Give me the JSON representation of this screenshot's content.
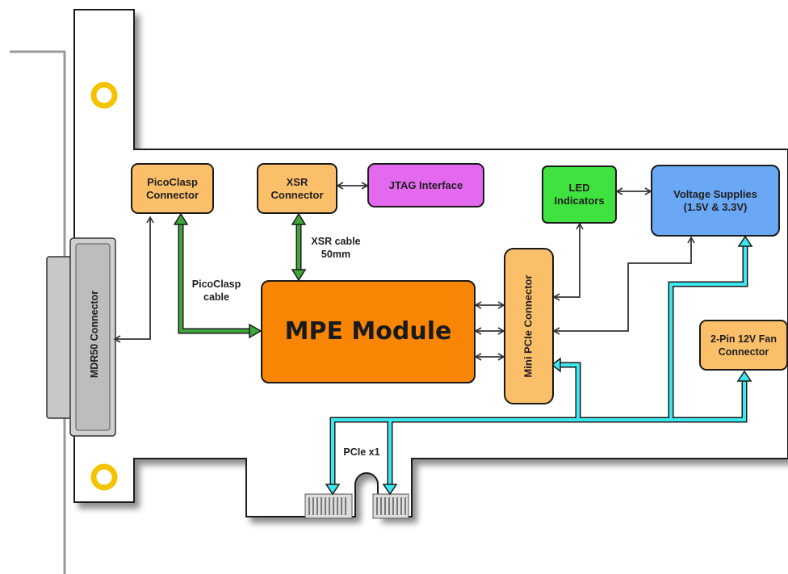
{
  "diagram": {
    "nodes": {
      "picoclasp_connector": "PicoClasp\nConnector",
      "xsr_connector": "XSR\nConnector",
      "jtag_interface": "JTAG Interface",
      "led_indicators": "LED\nIndicators",
      "voltage_supplies": "Voltage Supplies\n(1.5V & 3.3V)",
      "mpe_module": "MPE Module",
      "mini_pcie_connector": "Mini PCIe Connector",
      "fan_connector": "2-Pin 12V Fan\nConnector",
      "mdr50_connector": "MDR50 Connector"
    },
    "edge_labels": {
      "picoclasp_cable": "PicoClasp\ncable",
      "xsr_cable": "XSR cable\n50mm",
      "pcie_x1": "PCIe x1"
    },
    "colors": {
      "orange_box": "#fbbf6a",
      "mpe_module": "#f98504",
      "jtag": "#e369ee",
      "led": "#3fe23f",
      "voltage": "#6aa8f5",
      "green_cable": "#3ea83a",
      "cyan_bus": "#3be8f0",
      "bracket_screw": "#f4c300"
    }
  }
}
